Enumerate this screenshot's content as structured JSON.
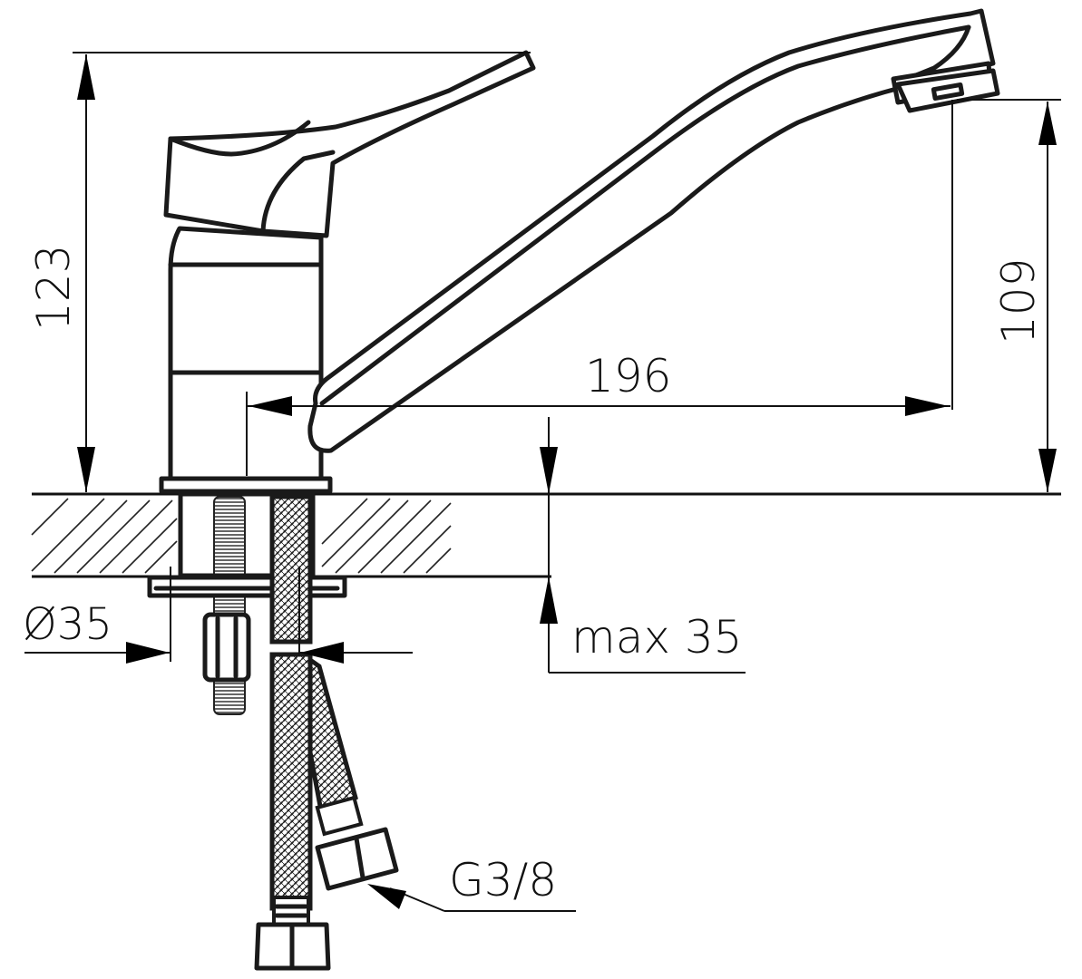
{
  "diagram": {
    "title": "Single-lever sink mixer tap – dimensional drawing",
    "units": "mm",
    "line_color": "#1a1a1a",
    "background": "#ffffff",
    "dimensions": {
      "overall_height": "123",
      "spout_outlet_height": "109",
      "spout_reach": "196",
      "mounting_hole_diameter": "Ø35",
      "max_countertop_thickness": "max 35",
      "supply_hose_thread": "G3/8"
    },
    "components": [
      "lever-handle",
      "mixer-body",
      "swivel-spout",
      "aerator",
      "countertop-section",
      "mounting-stud",
      "fixing-nut",
      "braided-supply-hoses",
      "hose-connector-nuts"
    ]
  }
}
